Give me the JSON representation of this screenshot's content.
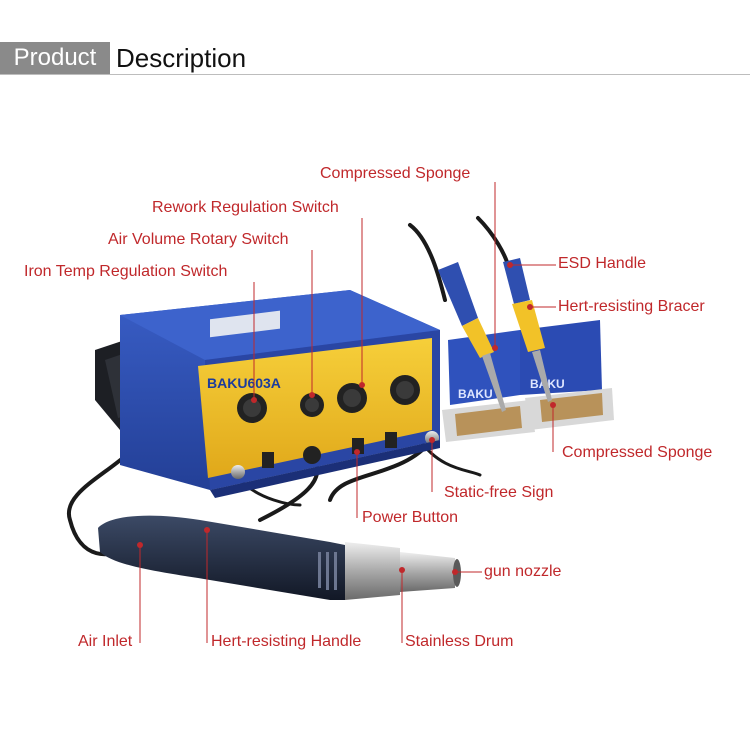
{
  "header": {
    "tab": "Product",
    "title": "Description"
  },
  "product": {
    "brand_logo": "BAKU",
    "model_logo": "603A",
    "holder_logo": "BAKU"
  },
  "labels": {
    "compressed_sponge_top": "Compressed Sponge",
    "rework_regulation_switch": "Rework Regulation Switch",
    "air_volume_rotary_switch": "Air Volume Rotary Switch",
    "iron_temp_regulation_switch": "Iron Temp Regulation Switch",
    "esd_handle": "ESD Handle",
    "heat_resisting_bracer": "Hert-resisting Bracer",
    "compressed_sponge_bottom": "Compressed Sponge",
    "static_free_sign": "Static-free Sign",
    "power_button": "Power Button",
    "gun_nozzle": "gun nozzle",
    "air_inlet": "Air Inlet",
    "heat_resisting_handle": "Hert-resisting Handle",
    "stainless_drum": "Stainless Drum"
  },
  "colors": {
    "label": "#c0282b",
    "station_blue": "#2f4fb0",
    "panel_yellow": "#f2c228",
    "header_tab": "#8a8a8a"
  }
}
